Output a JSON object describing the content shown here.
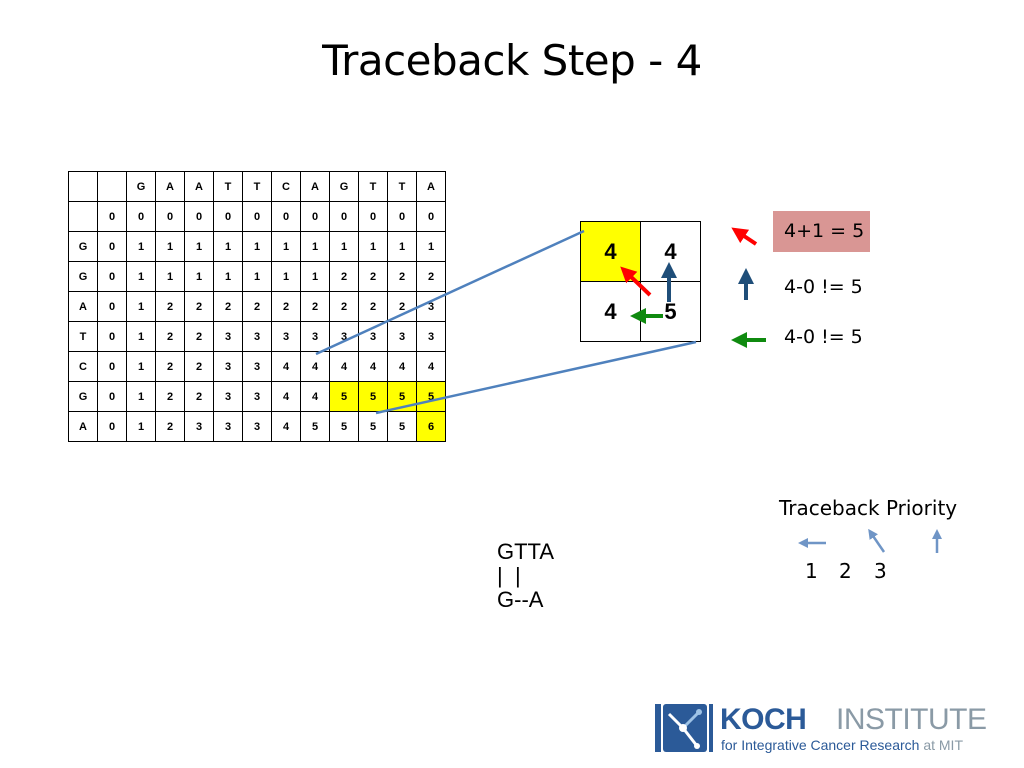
{
  "title": "Traceback Step - 4",
  "matrix": {
    "header": [
      "",
      "",
      "G",
      "A",
      "A",
      "T",
      "T",
      "C",
      "A",
      "G",
      "T",
      "T",
      "A"
    ],
    "rows": [
      [
        "",
        "0",
        "0",
        "0",
        "0",
        "0",
        "0",
        "0",
        "0",
        "0",
        "0",
        "0",
        "0"
      ],
      [
        "G",
        "0",
        "1",
        "1",
        "1",
        "1",
        "1",
        "1",
        "1",
        "1",
        "1",
        "1",
        "1"
      ],
      [
        "G",
        "0",
        "1",
        "1",
        "1",
        "1",
        "1",
        "1",
        "1",
        "2",
        "2",
        "2",
        "2"
      ],
      [
        "A",
        "0",
        "1",
        "2",
        "2",
        "2",
        "2",
        "2",
        "2",
        "2",
        "2",
        "2",
        "3"
      ],
      [
        "T",
        "0",
        "1",
        "2",
        "2",
        "3",
        "3",
        "3",
        "3",
        "3",
        "3",
        "3",
        "3"
      ],
      [
        "C",
        "0",
        "1",
        "2",
        "2",
        "3",
        "3",
        "4",
        "4",
        "4",
        "4",
        "4",
        "4"
      ],
      [
        "G",
        "0",
        "1",
        "2",
        "2",
        "3",
        "3",
        "4",
        "4",
        "5",
        "5",
        "5",
        "5"
      ],
      [
        "A",
        "0",
        "1",
        "2",
        "3",
        "3",
        "3",
        "4",
        "5",
        "5",
        "5",
        "5",
        "6"
      ]
    ],
    "highlight_color": "#ffff00"
  },
  "zoom": {
    "cells": [
      [
        "4",
        "4"
      ],
      [
        "4",
        "5"
      ]
    ]
  },
  "equations": {
    "diag": "4+1 = 5",
    "up": "4-0 != 5",
    "left": "4-0 != 5",
    "diag_box_color": "#d99694"
  },
  "arrow_colors": {
    "diag": "#ff0000",
    "up": "#1f4e79",
    "left": "#0f8a0f",
    "lines": "#4f81bd",
    "priority": "#6f95c6"
  },
  "priority": {
    "title": "Traceback Priority",
    "labels": [
      "1",
      "2",
      "3"
    ]
  },
  "alignment": {
    "top": "GTTA",
    "middle": "|  |",
    "bottom": "G--A"
  },
  "logo": {
    "koch": "KOCH",
    "institute": "INSTITUTE",
    "tagline": "for Integrative Cancer Research",
    "tagline_suffix": "at MIT"
  }
}
